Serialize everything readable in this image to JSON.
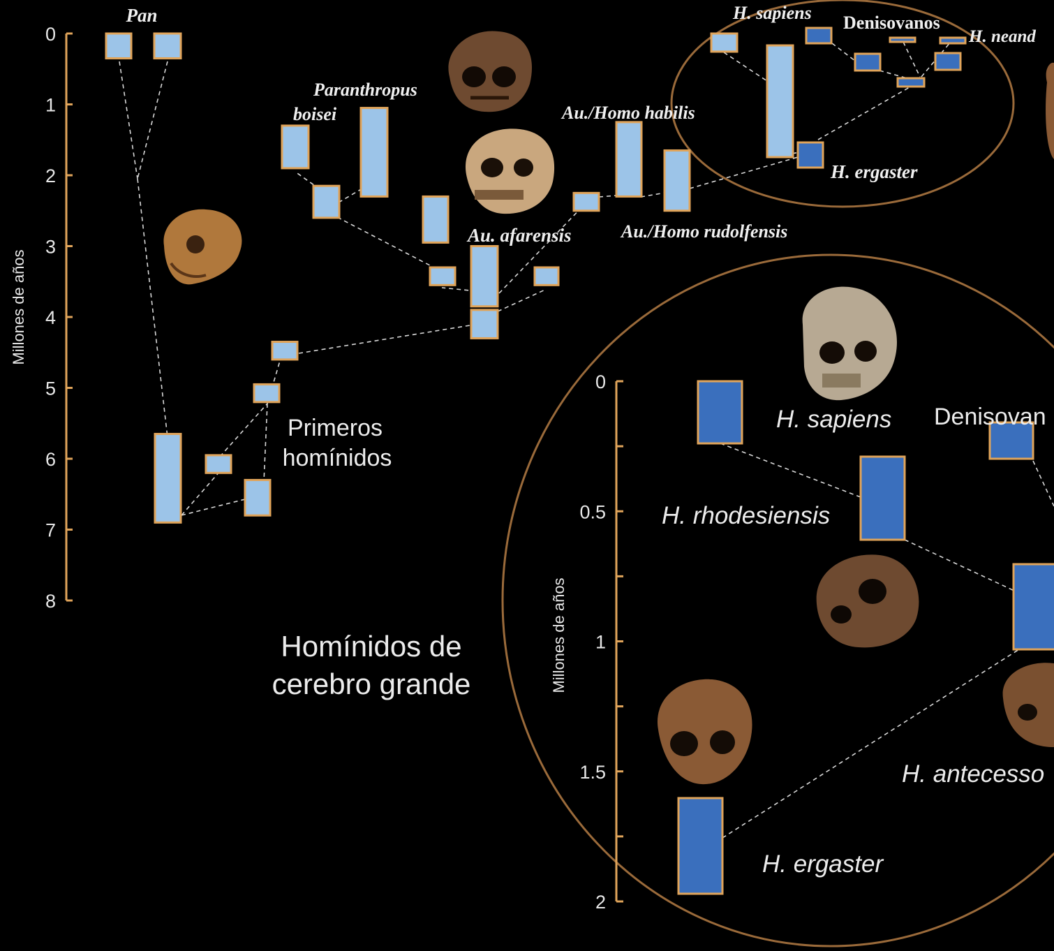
{
  "colors": {
    "background": "#000000",
    "axis": "#e0a45a",
    "bar_light": "#9cc4e8",
    "bar_dark": "#3a6fbd",
    "bar_border": "#e0a45a",
    "ellipse": "#9a6a3a",
    "dashed": "#d8d8d8"
  },
  "main_axis": {
    "label": "Millones de años",
    "ticks": [
      "0",
      "1",
      "2",
      "3",
      "4",
      "5",
      "6",
      "7",
      "8"
    ]
  },
  "zoom_axis": {
    "label": "Millones de años",
    "ticks": [
      "0",
      "0.5",
      "1",
      "1.5",
      "2"
    ]
  },
  "labels": {
    "pan": "Pan",
    "paranthropus_1": "Paranthropus",
    "paranthropus_2": "boisei",
    "au_homo_habilis": "Au./Homo habilis",
    "au_afarensis": "Au. afarensis",
    "au_homo_rudolfensis": "Au./Homo rudolfensis",
    "primeros_1": "Primeros",
    "primeros_2": "homínidos",
    "inset_sapiens": "H. sapiens",
    "inset_denisovanos": "Denisovanos",
    "inset_neanderthalensis": "H. neand",
    "inset_ergaster": "H. ergaster",
    "big_brain_1": "Homínidos de",
    "big_brain_2": "cerebro grande",
    "zoom_sapiens": "H. sapiens",
    "zoom_denisovan": "Denisovan",
    "zoom_rhodesiensis": "H. rhodesiensis",
    "zoom_antecessor": "H. antecesso",
    "zoom_ergaster": "H. ergaster"
  },
  "icons": [
    "skull-pan-icon",
    "skull-paranthropus-icon",
    "skull-australopithecus-icon",
    "skull-sapiens-icon",
    "skull-rhodesiensis-icon",
    "skull-ergaster-icon",
    "skull-antecessor-icon",
    "skull-neanderthal-icon"
  ],
  "chart_data": {
    "type": "diagram",
    "y_unit": "Millones de años",
    "main_ylim": [
      0,
      8
    ],
    "zoom_ylim": [
      0,
      2
    ],
    "main_ranges": [
      {
        "name": "Pan",
        "from": 0,
        "to": 0.35
      },
      {
        "name": "Pan",
        "from": 0,
        "to": 0.35
      },
      {
        "name": "",
        "from": 1.3,
        "to": 1.9
      },
      {
        "name": "",
        "from": 2.15,
        "to": 2.6
      },
      {
        "name": "Paranthropus boisei",
        "from": 1.05,
        "to": 2.3
      },
      {
        "name": "",
        "from": 2.3,
        "to": 2.95
      },
      {
        "name": "",
        "from": 3.3,
        "to": 3.55
      },
      {
        "name": "Au. afarensis",
        "from": 3.0,
        "to": 3.85
      },
      {
        "name": "",
        "from": 3.9,
        "to": 4.3
      },
      {
        "name": "",
        "from": 3.3,
        "to": 3.55
      },
      {
        "name": "",
        "from": 2.25,
        "to": 2.5
      },
      {
        "name": "Au./Homo habilis",
        "from": 1.25,
        "to": 2.3
      },
      {
        "name": "Au./Homo rudolfensis",
        "from": 1.65,
        "to": 2.5
      },
      {
        "name": "",
        "from": 4.35,
        "to": 4.6
      },
      {
        "name": "",
        "from": 4.95,
        "to": 5.2
      },
      {
        "name": "",
        "from": 5.95,
        "to": 6.2
      },
      {
        "name": "",
        "from": 6.3,
        "to": 6.8
      },
      {
        "name": "",
        "from": 5.65,
        "to": 6.9
      }
    ],
    "inset_ranges": [
      {
        "name": "H. sapiens",
        "from": 0,
        "to": 0.2
      },
      {
        "name": "H. ergaster",
        "from": 1.45,
        "to": 1.8
      },
      {
        "name": "Denisovanos",
        "from": 0,
        "to": 0.1
      },
      {
        "name": "H. neand",
        "from": 0,
        "to": 0.1
      }
    ],
    "zoom_ranges": [
      {
        "name": "H. sapiens",
        "from": 0,
        "to": 0.25
      },
      {
        "name": "H. rhodesiensis",
        "from": 0.3,
        "to": 0.6
      },
      {
        "name": "Denisovan",
        "from": 0.15,
        "to": 0.3
      },
      {
        "name": "H. antecesso",
        "from": 0.7,
        "to": 1.1
      },
      {
        "name": "H. ergaster",
        "from": 1.6,
        "to": 2.0
      }
    ]
  }
}
